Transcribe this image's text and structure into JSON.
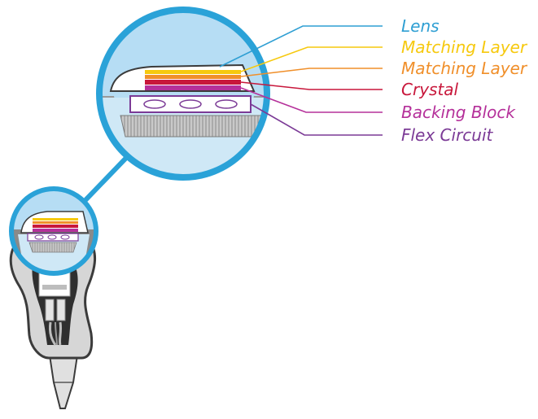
{
  "labels": [
    {
      "key": "lens",
      "text": "Lens",
      "color": "#2f9fd3"
    },
    {
      "key": "matching-layer-1",
      "text": "Matching Layer",
      "color": "#f6c90e"
    },
    {
      "key": "matching-layer-2",
      "text": "Matching Layer",
      "color": "#f08f2a"
    },
    {
      "key": "crystal",
      "text": "Crystal",
      "color": "#c8173b"
    },
    {
      "key": "backing-block",
      "text": "Backing Block",
      "color": "#b5309a"
    },
    {
      "key": "flex-circuit",
      "text": "Flex Circuit",
      "color": "#7b3a96"
    }
  ],
  "colors": {
    "magnifier_fill": "#b6ddf4",
    "magnifier_ring": "#2aa2d8",
    "probe_outline": "#3b3b3b",
    "probe_body": "#d6d6d6"
  }
}
